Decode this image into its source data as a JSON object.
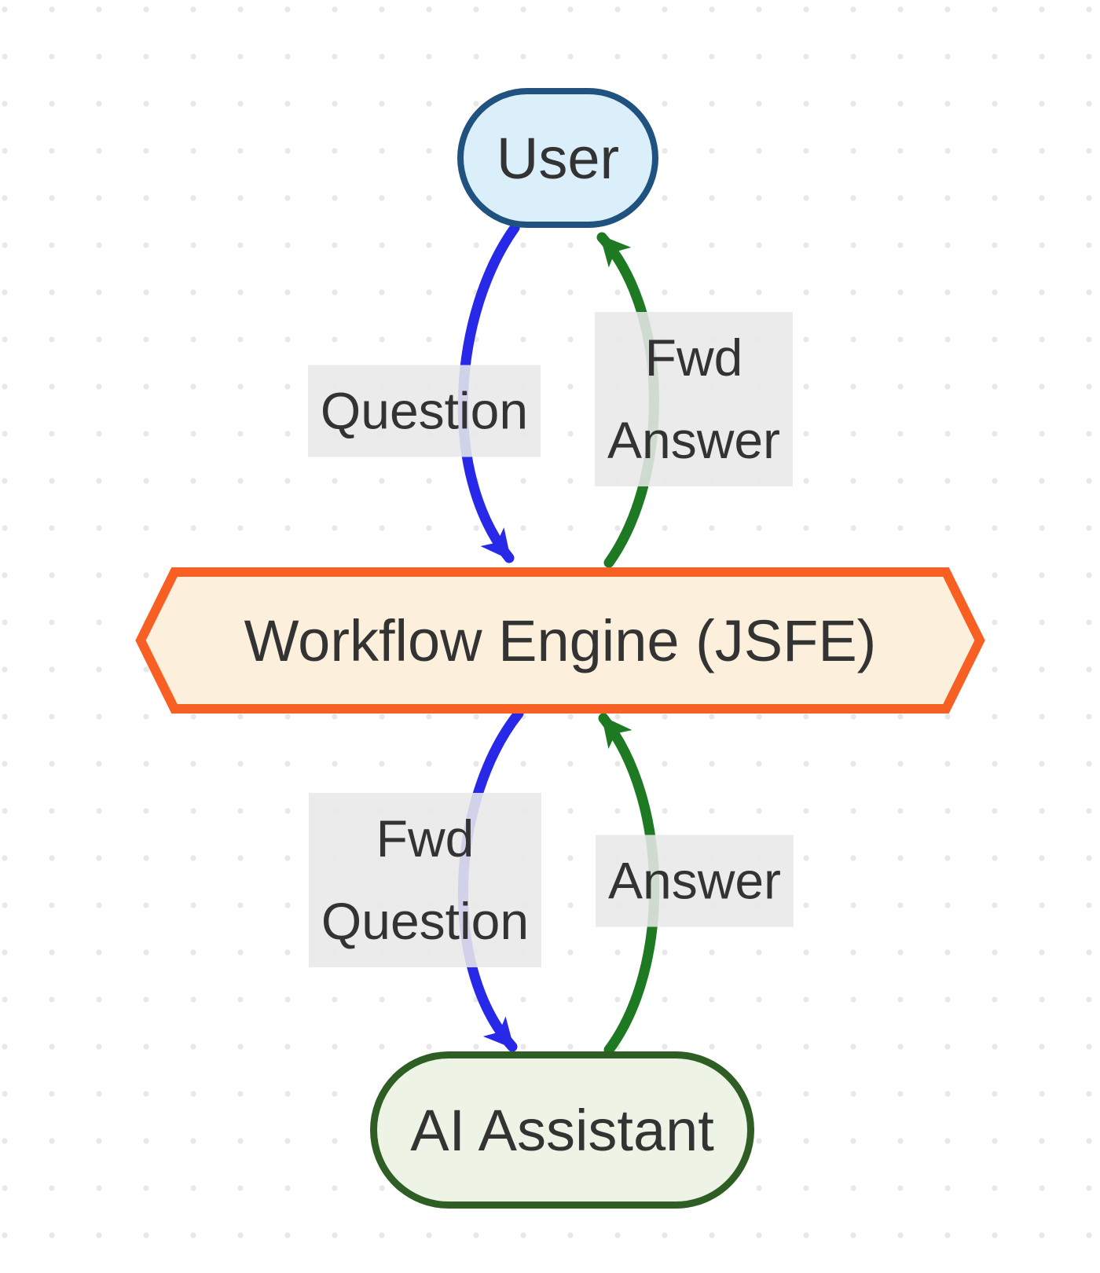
{
  "diagram": {
    "kind": "flowchart",
    "direction": "top-down",
    "background": {
      "dot_color": "#e8e8e8",
      "page_color": "#ffffff"
    },
    "text_color": "#333333",
    "label_bg": "rgba(232,232,232,0.88)",
    "nodes": [
      {
        "id": "user",
        "label": "User",
        "shape": "stadium",
        "fill": "#dbeffa",
        "stroke": "#1f527e"
      },
      {
        "id": "engine",
        "label": "Workflow Engine (JSFE)",
        "shape": "hexagon",
        "fill": "#fcf0dc",
        "stroke": "#f85f23"
      },
      {
        "id": "assistant",
        "label": "AI Assistant",
        "shape": "stadium",
        "fill": "#edf4e6",
        "stroke": "#2e5e24"
      }
    ],
    "edges": [
      {
        "from": "user",
        "to": "engine",
        "label": "Question",
        "color": "#2828e8"
      },
      {
        "from": "engine",
        "to": "user",
        "label": "Fwd\nAnswer",
        "color": "#1e7a22"
      },
      {
        "from": "engine",
        "to": "assistant",
        "label": "Fwd\nQuestion",
        "color": "#2828e8"
      },
      {
        "from": "assistant",
        "to": "engine",
        "label": "Answer",
        "color": "#1e7a22"
      }
    ]
  }
}
